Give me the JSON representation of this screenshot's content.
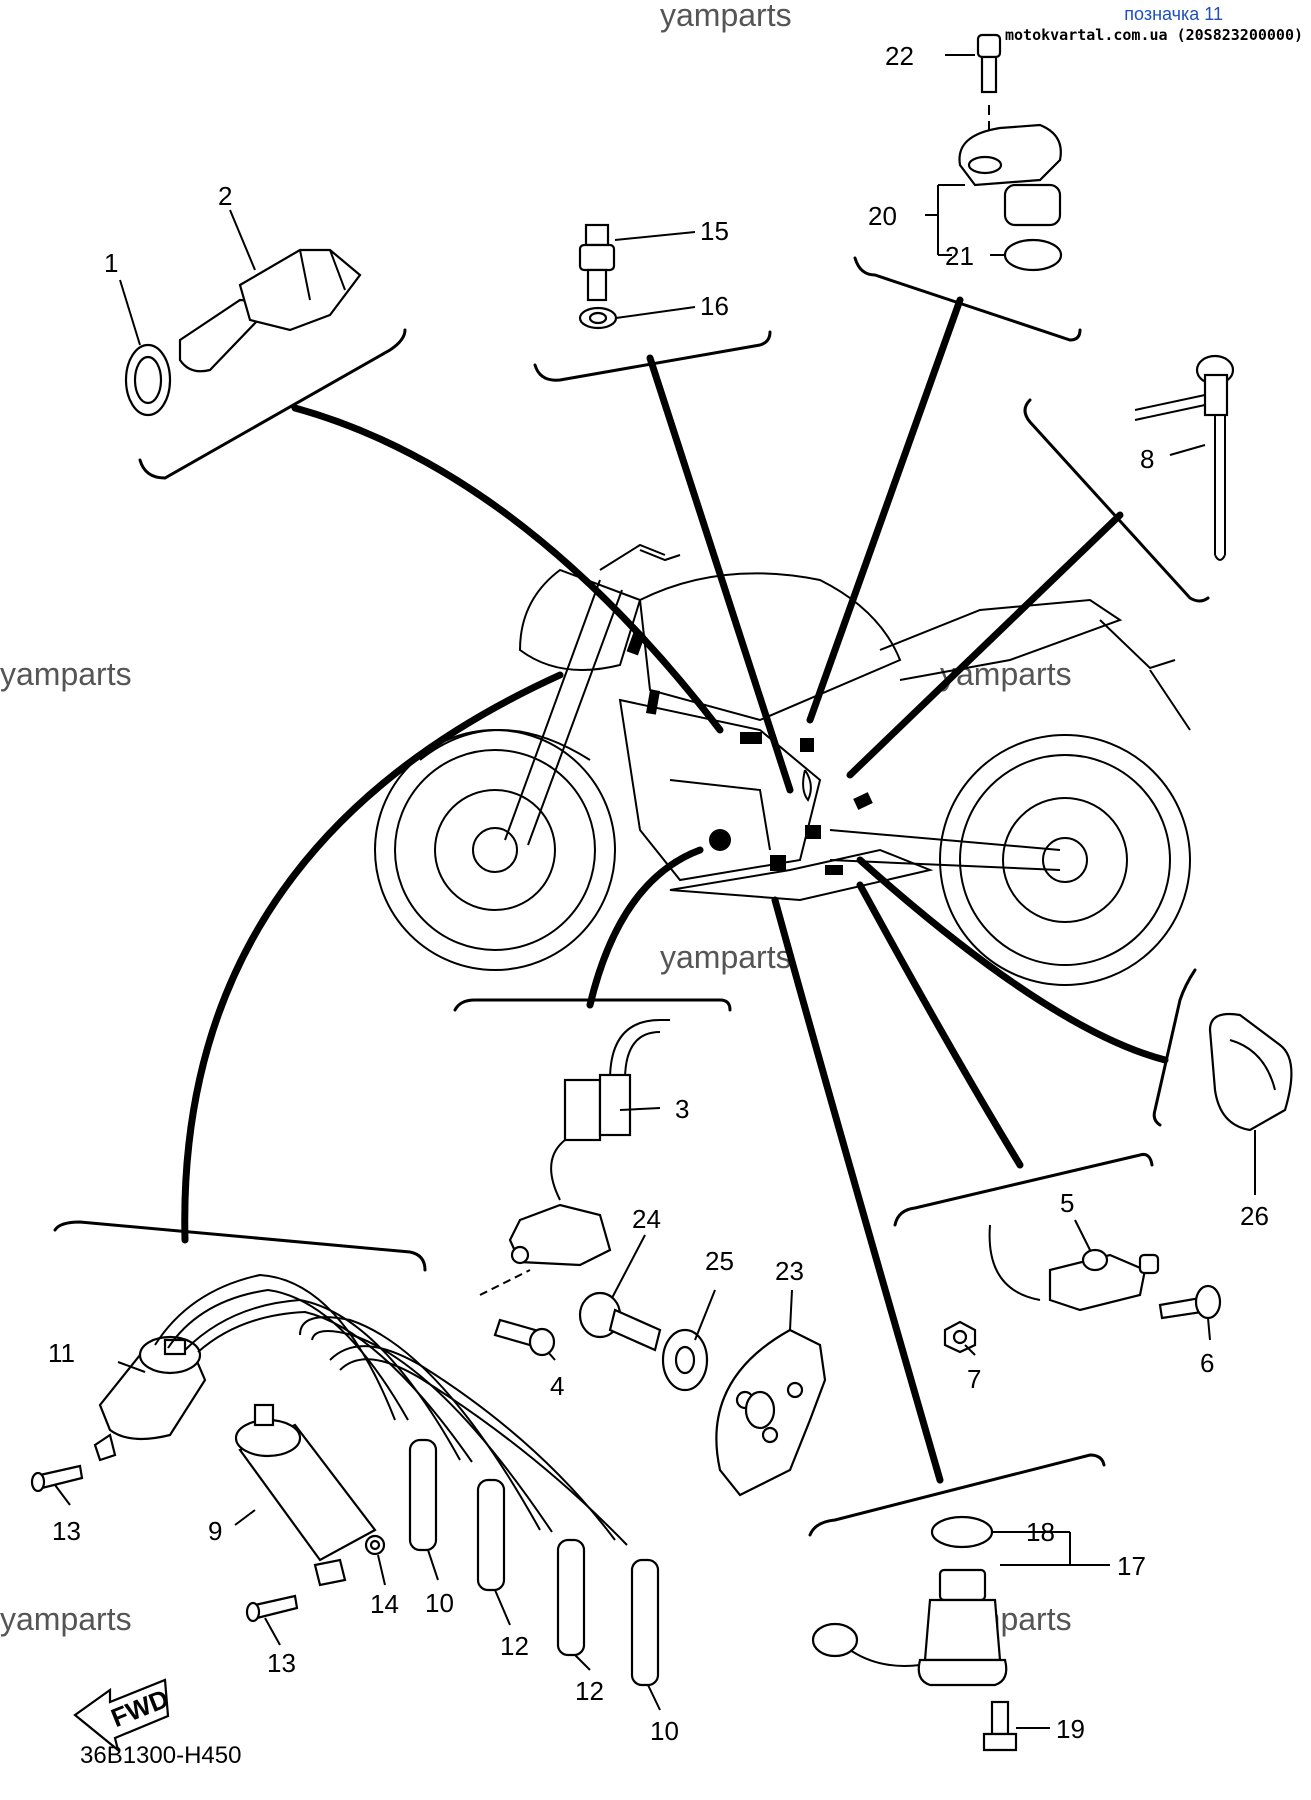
{
  "header": {
    "badge": "позначка 11",
    "site": "motokvartal.com.ua (20S823200000)"
  },
  "watermarks": [
    "yamparts",
    "yamparts",
    "yamparts",
    "yamparts",
    "yamparts",
    "yamparts"
  ],
  "drawing_code": "36B1300-H450",
  "fwd_label": "FWD",
  "callouts": {
    "p1": "1",
    "p2": "2",
    "p3": "3",
    "p4": "4",
    "p5": "5",
    "p6": "6",
    "p7": "7",
    "p8": "8",
    "p9": "9",
    "p10a": "10",
    "p10b": "10",
    "p11": "11",
    "p12a": "12",
    "p12b": "12",
    "p13a": "13",
    "p13b": "13",
    "p14": "14",
    "p15": "15",
    "p16": "16",
    "p17": "17",
    "p18": "18",
    "p19": "19",
    "p20": "20",
    "p21": "21",
    "p22": "22",
    "p23": "23",
    "p24": "24",
    "p25": "25",
    "p26": "26"
  }
}
